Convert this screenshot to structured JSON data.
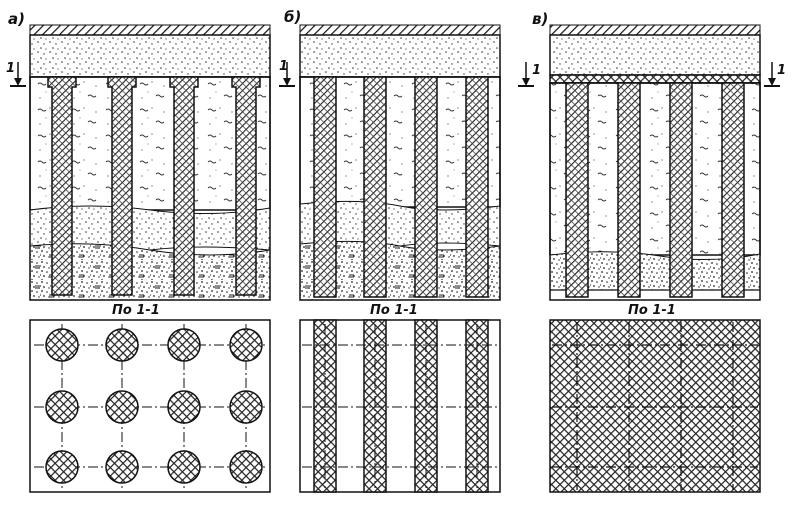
{
  "panels": [
    {
      "label": "а)",
      "section_caption": "По 1-1",
      "cut_labels": [
        "1"
      ]
    },
    {
      "label": "б)",
      "section_caption": "По 1-1",
      "cut_labels": [
        "1"
      ]
    },
    {
      "label": "в)",
      "section_caption": "По 1-1",
      "cut_labels": [
        "1",
        "1"
      ]
    }
  ]
}
